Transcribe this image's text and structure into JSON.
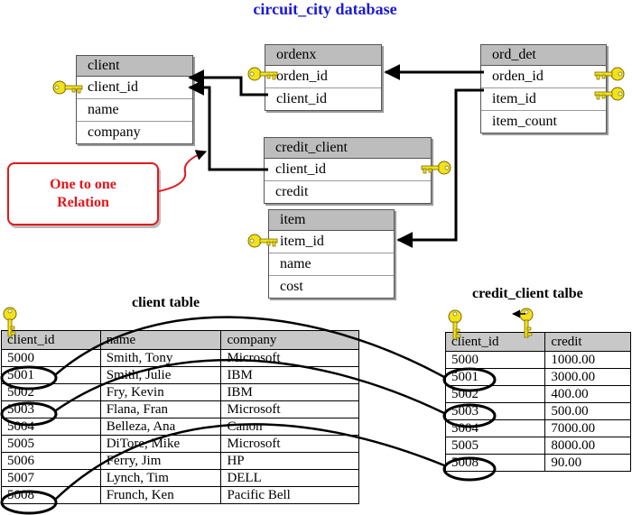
{
  "title": "circuit_city database",
  "entities": {
    "client": {
      "name": "client",
      "fields": [
        "client_id",
        "name",
        "company"
      ]
    },
    "ordenx": {
      "name": "ordenx",
      "fields": [
        "orden_id",
        "client_id"
      ]
    },
    "ord_det": {
      "name": "ord_det",
      "fields": [
        "orden_id",
        "item_id",
        "item_count"
      ]
    },
    "credit_client": {
      "name": "credit_client",
      "fields": [
        "client_id",
        "credit"
      ]
    },
    "item": {
      "name": "item",
      "fields": [
        "item_id",
        "name",
        "cost"
      ]
    }
  },
  "callout": {
    "line1": "One to one",
    "line2": "Relation"
  },
  "client_table": {
    "caption": "client table",
    "columns": [
      "client_id",
      "name",
      "company"
    ],
    "rows": [
      [
        "5000",
        "Smith, Tony",
        "Microsoft"
      ],
      [
        "5001",
        "Smith, Julie",
        "IBM"
      ],
      [
        "5002",
        "Fry, Kevin",
        "IBM"
      ],
      [
        "5003",
        "Flana, Fran",
        "Microsoft"
      ],
      [
        "5004",
        "Belleza, Ana",
        "Canon"
      ],
      [
        "5005",
        "DiTore, Mike",
        "Microsoft"
      ],
      [
        "5006",
        "Ferry, Jim",
        "HP"
      ],
      [
        "5007",
        "Lynch, Tim",
        "DELL"
      ],
      [
        "5008",
        "Frunch, Ken",
        "Pacific Bell"
      ]
    ]
  },
  "credit_table": {
    "caption": "credit_client talbe",
    "columns": [
      "client_id",
      "credit"
    ],
    "rows": [
      [
        "5000",
        "1000.00"
      ],
      [
        "5001",
        "3000.00"
      ],
      [
        "5002",
        "400.00"
      ],
      [
        "5003",
        "500.00"
      ],
      [
        "5004",
        "7000.00"
      ],
      [
        "5005",
        "8000.00"
      ],
      [
        "5008",
        "90.00"
      ]
    ]
  },
  "colors": {
    "title": "#1a1ad6",
    "callout": "#e3161b",
    "key": "#f2e21a",
    "header": "#bdbdbd"
  }
}
